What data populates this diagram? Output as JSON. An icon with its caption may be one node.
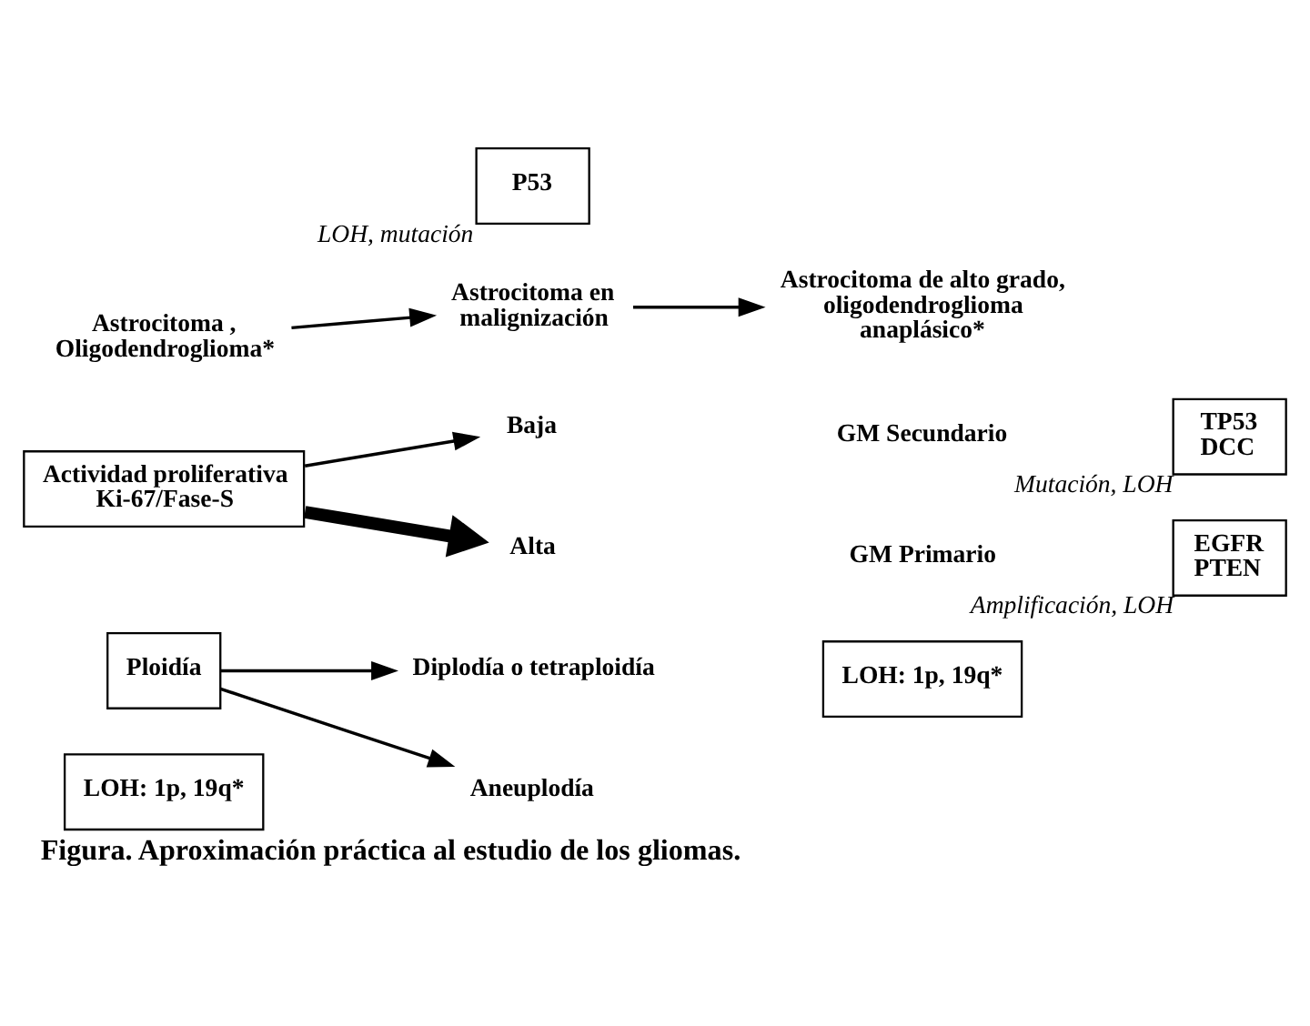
{
  "diagram": {
    "caption": "Figura. Aproximación práctica al estudio de los gliomas.",
    "nodes": [
      {
        "text": [
          "Astrocitoma , Oligodendroglioma*"
        ]
      },
      {
        "text": [
          "Astrocitoma en malignización"
        ]
      },
      {
        "text": [
          "Astrocitoma de alto grado, oligodendroglioma anaplásico*"
        ]
      },
      {
        "text": [
          "Actividad proliferativa",
          "Ki-67/Fase-S"
        ]
      },
      {
        "text": [
          "Baja"
        ]
      },
      {
        "text": [
          "Alta"
        ]
      },
      {
        "text": [
          "Ploidía"
        ]
      },
      {
        "text": [
          "Diplodía o tetraploidía"
        ]
      },
      {
        "text": [
          "Aneuplodía"
        ]
      },
      {
        "text": [
          "P53"
        ],
        "beside": [
          "LOH, mutación"
        ]
      },
      {
        "text": [
          "TP53",
          "DCC"
        ],
        "beside": [
          "Mutación, LOH"
        ]
      },
      {
        "text": [
          "EGFR",
          "PTEN"
        ],
        "beside": [
          "Amplificación, LOH"
        ]
      },
      {
        "text": [
          "LOH: 1p, 19q*"
        ]
      },
      {
        "text": [
          "LOH: 1p, 19q*"
        ]
      }
    ],
    "edges": [
      {
        "from": 0,
        "to": 1,
        "arrow": "to"
      },
      {
        "from": 1,
        "to": 2,
        "arrow": "to"
      },
      {
        "from": 3,
        "to": 4,
        "arrow": "to"
      },
      {
        "from": 3,
        "to": 5,
        "arrow": "to",
        "style": "thick"
      },
      {
        "from": 6,
        "to": 7,
        "arrow": "to"
      },
      {
        "from": 6,
        "to": 8,
        "arrow": "to"
      }
    ],
    "labels": [
      "GM Secundario",
      "GM Primario"
    ]
  }
}
